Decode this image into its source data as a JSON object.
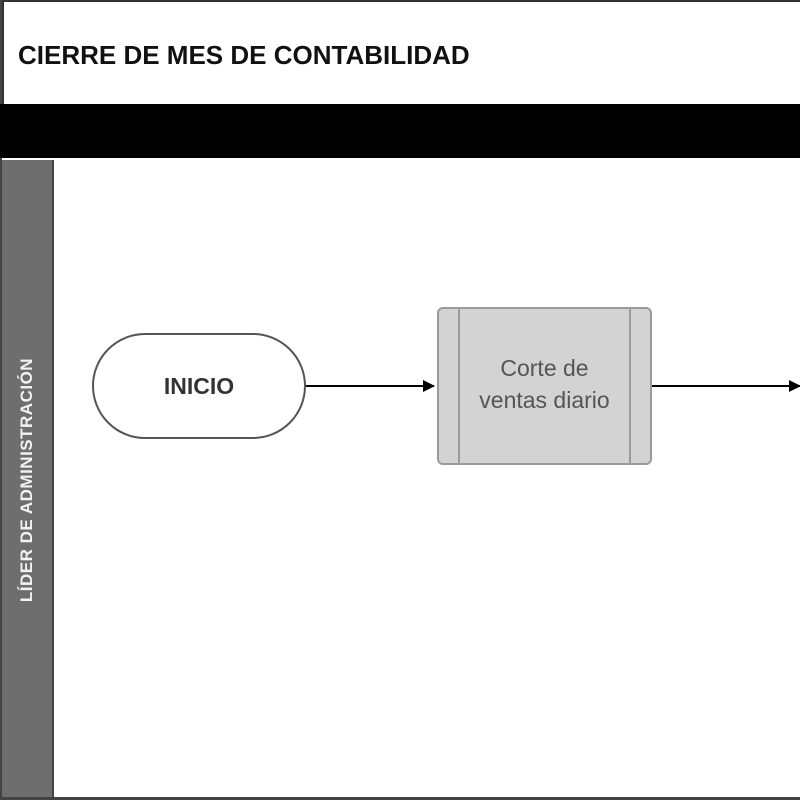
{
  "diagram": {
    "title": "CIERRE DE MES DE CONTABILIDAD",
    "lane": {
      "label": "LÍDER DE ADMINISTRACIÓN"
    },
    "nodes": {
      "start": {
        "label": "INICIO",
        "shape": "terminator"
      },
      "process1": {
        "label": "Corte de\nventas diario",
        "shape": "predefined-process"
      }
    },
    "edges": [
      {
        "from": "start",
        "to": "process1"
      },
      {
        "from": "process1",
        "to": "offscreen-right"
      }
    ],
    "colors": {
      "header_bar": "#000000",
      "lane_header": "#6e6e6e",
      "process_fill": "#d3d3d3",
      "process_border": "#9a9a9a"
    }
  }
}
